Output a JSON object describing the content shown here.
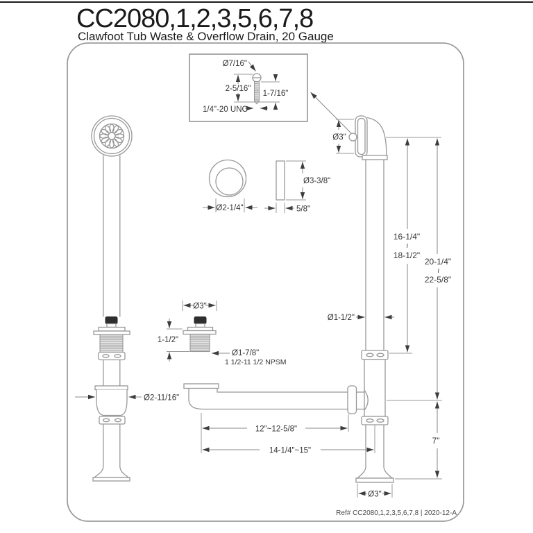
{
  "header": {
    "title": "CC2080,1,2,3,5,6,7,8",
    "subtitle": "Clawfoot Tub Waste & Overflow Drain, 20 Gauge"
  },
  "footer": {
    "ref": "Ref# CC2080,1,2,3,5,6,7,8 | 2020-12-A"
  },
  "inset": {
    "head_dia": "Ø7/16\"",
    "overall_length": "2-5/16\"",
    "thread_length": "1-7/16\"",
    "thread_spec": "1/4\"-20 UNC"
  },
  "washer": {
    "inner_dia": "Ø2-1/4\"",
    "outer_dia": "Ø3-3/8\"",
    "thickness": "5/8\""
  },
  "elbow": {
    "face_dia": "Ø3\""
  },
  "pipe": {
    "dia": "Ø1-1/2\""
  },
  "drain": {
    "flange_dia": "Ø3\"",
    "height": "1-1/2\"",
    "thread_dia": "Ø1-7/8\"",
    "thread_spec": "1 1/2-11 1/2 NPSM"
  },
  "shoe": {
    "dia": "Ø2-11/16\""
  },
  "dims": {
    "tube_min": "16-1/4\"",
    "tube_tilde": "~",
    "tube_max": "18-1/2\"",
    "overall_min": "20-1/4\"",
    "overall_tilde": "~",
    "overall_max": "22-5/8\"",
    "tail_height": "7\"",
    "waste_tube": "12\"~12-5/8\"",
    "waste_overall": "14-1/4\"~15\"",
    "base_dia": "Ø3\""
  }
}
